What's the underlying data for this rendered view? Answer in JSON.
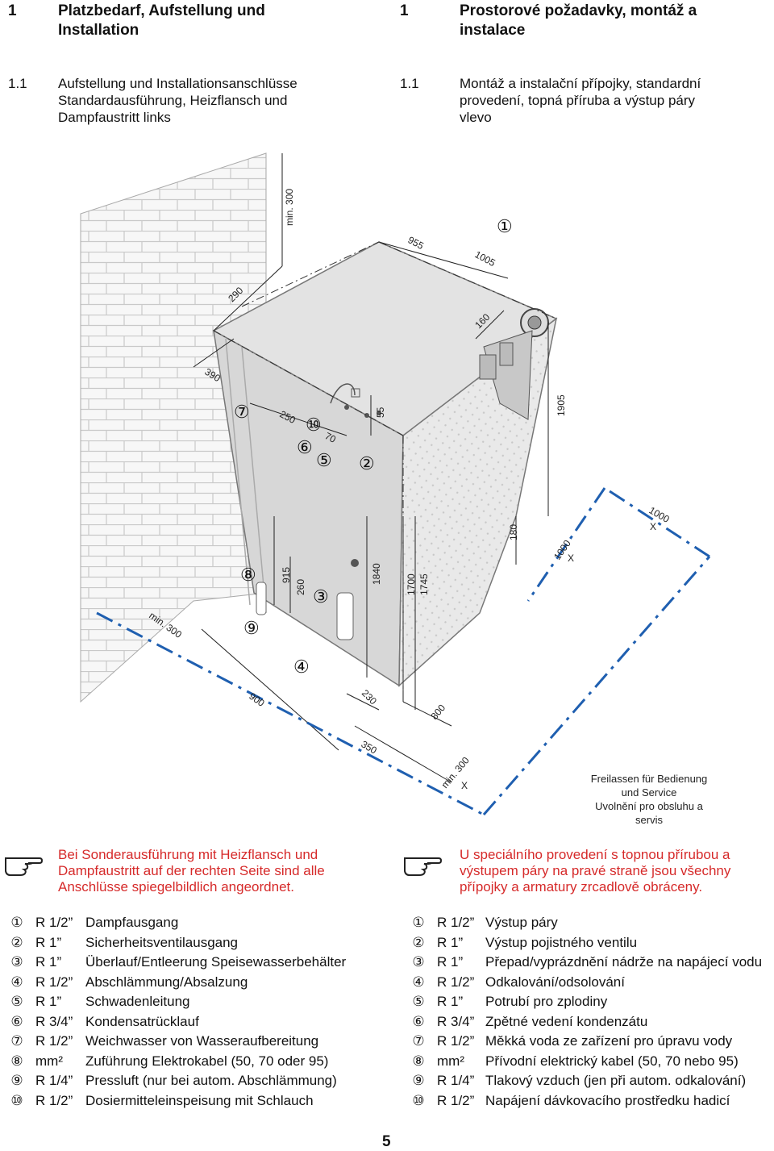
{
  "header": {
    "de_num": "1",
    "de_title_l1": "Platzbedarf, Aufstellung und",
    "de_title_l2": "Installation",
    "cz_num": "1",
    "cz_title_l1": "Prostorové požadavky, montáž a",
    "cz_title_l2": "instalace",
    "de_sub_num": "1.1",
    "de_sub_l1": "Aufstellung und Installationsanschlüsse",
    "de_sub_l2": "Standardausführung, Heizflansch und",
    "de_sub_l3": "Dampfaustritt links",
    "cz_sub_num": "1.1",
    "cz_sub_l1": "Montáž a instalační přípojky, standardní",
    "cz_sub_l2": "provedení, topná příruba a výstup páry",
    "cz_sub_l3": "vlevo"
  },
  "figure": {
    "dims": [
      "min. 300",
      "955",
      "1005",
      "290",
      "160",
      "390",
      "250",
      "70",
      "55",
      "1905",
      "180",
      "1000",
      "1000",
      "915",
      "260",
      "1840",
      "1700",
      "1745",
      "min. 300",
      "900",
      "230",
      "800",
      "350",
      "min. 300"
    ],
    "x_marks": [
      "X",
      "X",
      "X"
    ],
    "callouts": [
      "①",
      "⑦",
      "⑩",
      "⑥",
      "⑤",
      "②",
      "⑧",
      "③",
      "⑨",
      "④"
    ],
    "free_text": [
      "Freilassen für Bedienung",
      "und Service",
      "Uvolnění pro obsluhu a",
      "servis"
    ]
  },
  "notes": {
    "de": [
      "Bei Sonderausführung mit Heizflansch und",
      "Dampfaustritt auf der rechten Seite sind alle",
      "Anschlüsse spiegelbildlich angeordnet."
    ],
    "cz": [
      "U speciálního provedení s topnou přírubou a",
      "výstupem páry na pravé straně jsou všechny",
      "přípojky a armatury zrcadlově obráceny."
    ]
  },
  "legend_de": [
    {
      "num": "①",
      "size": "R 1/2”",
      "desc": "Dampfausgang"
    },
    {
      "num": "②",
      "size": "R 1”",
      "desc": "Sicherheitsventilausgang"
    },
    {
      "num": "③",
      "size": "R 1”",
      "desc": "Überlauf/Entleerung Speisewasserbehälter"
    },
    {
      "num": "④",
      "size": "R 1/2”",
      "desc": "Abschlämmung/Absalzung"
    },
    {
      "num": "⑤",
      "size": "R 1”",
      "desc": "Schwadenleitung"
    },
    {
      "num": "⑥",
      "size": "R 3/4”",
      "desc": "Kondensatrücklauf"
    },
    {
      "num": "⑦",
      "size": "R 1/2”",
      "desc": "Weichwasser von Wasseraufbereitung"
    },
    {
      "num": "⑧",
      "size": "mm²",
      "desc": "Zuführung Elektrokabel (50, 70 oder 95)"
    },
    {
      "num": "⑨",
      "size": "R 1/4”",
      "desc": "Pressluft (nur bei autom. Abschlämmung)"
    },
    {
      "num": "⑩",
      "size": "R 1/2”",
      "desc": "Dosiermitteleinspeisung mit Schlauch"
    }
  ],
  "legend_cz": [
    {
      "num": "①",
      "size": "R 1/2”",
      "desc": "Výstup páry"
    },
    {
      "num": "②",
      "size": "R 1”",
      "desc": "Výstup pojistného ventilu"
    },
    {
      "num": "③",
      "size": "R 1”",
      "desc": "Přepad/vyprázdnění nádrže na napájecí vodu"
    },
    {
      "num": "④",
      "size": "R 1/2”",
      "desc": "Odkalování/odsolování"
    },
    {
      "num": "⑤",
      "size": "R 1”",
      "desc": "Potrubí pro zplodiny"
    },
    {
      "num": "⑥",
      "size": "R 3/4”",
      "desc": "Zpětné vedení kondenzátu"
    },
    {
      "num": "⑦",
      "size": "R 1/2”",
      "desc": "Měkká voda ze zařízení pro úpravu vody"
    },
    {
      "num": "⑧",
      "size": "mm²",
      "desc": "Přívodní elektrický kabel (50, 70 nebo 95)"
    },
    {
      "num": "⑨",
      "size": "R 1/4”",
      "desc": "Tlakový vzduch (jen při autom. odkalování)"
    },
    {
      "num": "⑩",
      "size": "R 1/2”",
      "desc": "Napájení dávkovacího prostředku hadicí"
    }
  ],
  "page_number": "5",
  "icons": {
    "note": "pointing-hand-icon"
  },
  "colors": {
    "note_text": "#d62a2a",
    "clearance_line": "#1f5fb0"
  }
}
